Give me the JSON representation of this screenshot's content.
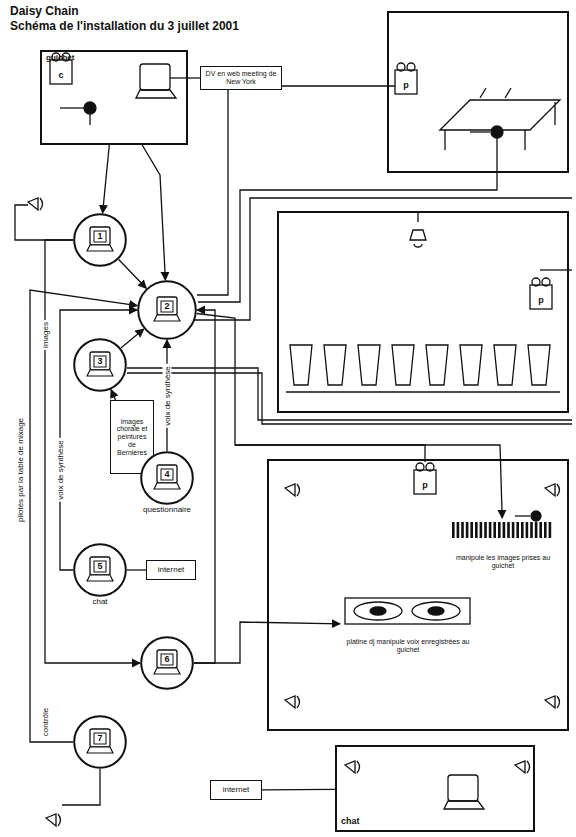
{
  "diagram": {
    "title": "Daisy Chain",
    "caption": "Schéma de l'installation du 3 juillet 2001",
    "nodes": [
      {
        "text": [
          "guichet"
        ]
      },
      {
        "text": [
          "DV en web meeting de New York"
        ]
      },
      {
        "text": [
          "1"
        ]
      },
      {
        "text": [
          "2"
        ]
      },
      {
        "text": [
          "3"
        ]
      },
      {
        "text": [
          "images chorale et peintures de Bernières"
        ]
      },
      {
        "text": [
          "4",
          "questionnaire"
        ]
      },
      {
        "text": [
          "5",
          "chat"
        ]
      },
      {
        "text": [
          "internet"
        ]
      },
      {
        "text": [
          "6"
        ]
      },
      {
        "text": [
          "7"
        ]
      },
      {
        "text": [
          "manipule les images prises au guichet"
        ]
      },
      {
        "text": [
          "platine dj manipule voix enregistrées au guichet"
        ]
      },
      {
        "text": [
          "internet"
        ]
      },
      {
        "text": [
          "chat"
        ]
      }
    ],
    "edges": [
      {
        "from": 0,
        "to": 2,
        "arrow": "to"
      },
      {
        "from": 0,
        "to": 3,
        "arrow": "to"
      },
      {
        "from": 2,
        "to": 3,
        "arrow": "to"
      },
      {
        "from": 4,
        "to": 3,
        "arrow": "to"
      },
      {
        "from": 6,
        "to": 3,
        "arrow": "to",
        "label": "voix de synthèse"
      },
      {
        "from": 5,
        "to": 4,
        "arrow": "to"
      },
      {
        "from": 7,
        "to": 8,
        "arrow": "none"
      },
      {
        "from": 7,
        "to": 3,
        "arrow": "to",
        "label": "voix de synthèse"
      },
      {
        "from": 9,
        "to": 3,
        "arrow": "to"
      },
      {
        "from": 10,
        "to": 3,
        "arrow": "to"
      },
      {
        "from": 2,
        "to": 9,
        "arrow": "to",
        "label": "images"
      },
      {
        "from": 13,
        "to": 14,
        "arrow": "none"
      },
      {
        "from": 3,
        "to": 11,
        "arrow": "to"
      },
      {
        "from": 9,
        "to": 12,
        "arrow": "to"
      }
    ],
    "labels": [
      "pilotés par la table de mixage",
      "contrôle",
      "c",
      "p",
      "p",
      "p"
    ]
  }
}
